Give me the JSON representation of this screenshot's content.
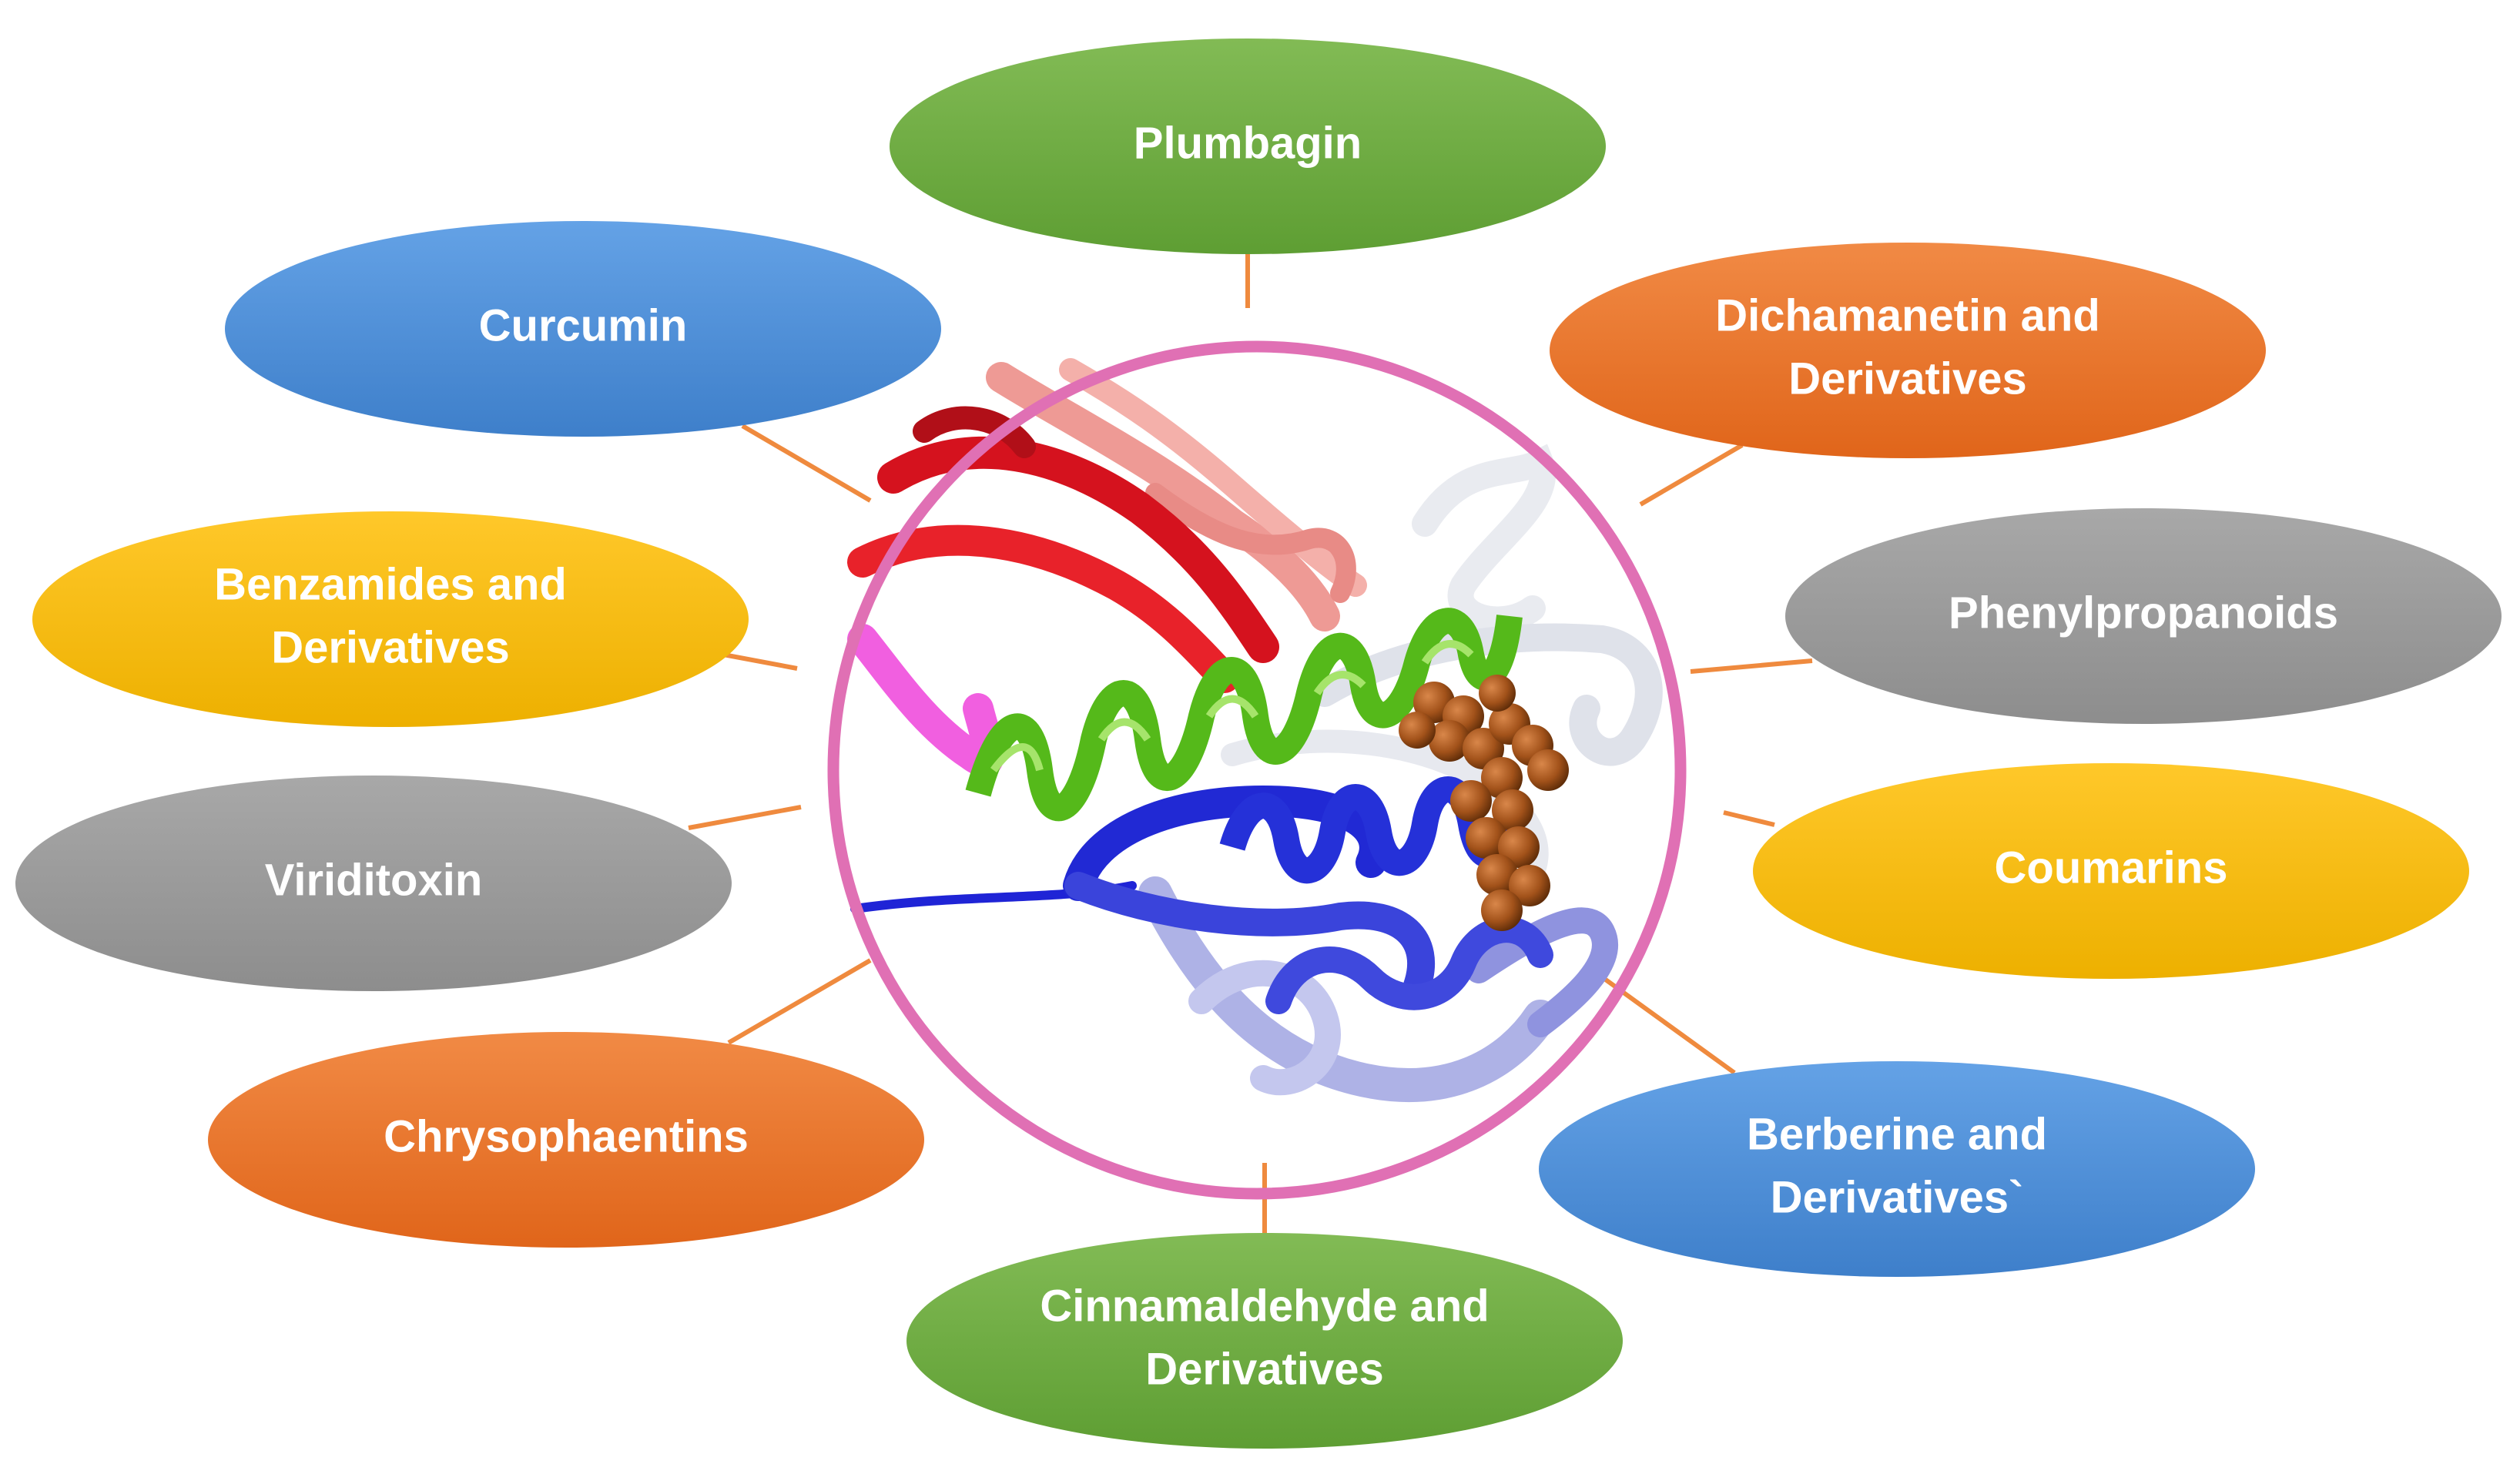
{
  "colors": {
    "green": "#6fae3f",
    "blue": "#4d8fd8",
    "orange": "#ec7426",
    "gray": "#9b9b9b",
    "yellow": "#fbbd06",
    "ring": "#e070b4",
    "connector": "#ef8a3e"
  },
  "center": {
    "figure": "protein ribbon structure with bound ligand"
  },
  "nodes": [
    {
      "id": "plumbagin",
      "lines": [
        "Plumbagin"
      ],
      "color": "green"
    },
    {
      "id": "dichamanetin",
      "lines": [
        "Dichamanetin and",
        "Derivatives"
      ],
      "color": "orange"
    },
    {
      "id": "phenylpropanoids",
      "lines": [
        "Phenylpropanoids"
      ],
      "color": "gray"
    },
    {
      "id": "coumarins",
      "lines": [
        "Coumarins"
      ],
      "color": "yellow"
    },
    {
      "id": "berberine",
      "lines": [
        "Berberine and",
        "Derivatives`"
      ],
      "color": "blue"
    },
    {
      "id": "cinnamaldehyde",
      "lines": [
        "Cinnamaldehyde and",
        "Derivatives"
      ],
      "color": "green"
    },
    {
      "id": "chrysophaentins",
      "lines": [
        "Chrysophaentins"
      ],
      "color": "orange"
    },
    {
      "id": "viriditoxin",
      "lines": [
        "Viriditoxin"
      ],
      "color": "gray"
    },
    {
      "id": "benzamides",
      "lines": [
        "Benzamides and",
        "Derivatives"
      ],
      "color": "yellow"
    },
    {
      "id": "curcumin",
      "lines": [
        "Curcumin"
      ],
      "color": "blue"
    }
  ]
}
